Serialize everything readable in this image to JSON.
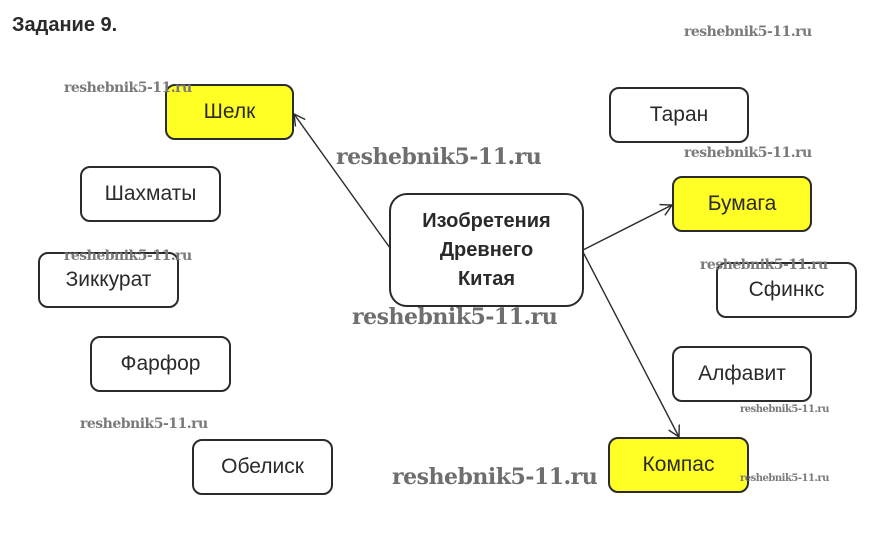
{
  "title": "Задание 9.",
  "center_node": {
    "lines": [
      "Изобретения",
      "Древнего",
      "Китая"
    ]
  },
  "nodes": {
    "shelk": {
      "label": "Шелк",
      "highlighted": true
    },
    "shakhmaty": {
      "label": "Шахматы",
      "highlighted": false
    },
    "zikkurat": {
      "label": "Зиккурат",
      "highlighted": false
    },
    "farfor": {
      "label": "Фарфор",
      "highlighted": false
    },
    "obelisk": {
      "label": "Обелиск",
      "highlighted": false
    },
    "taran": {
      "label": "Таран",
      "highlighted": false
    },
    "bumaga": {
      "label": "Бумага",
      "highlighted": true
    },
    "sfinks": {
      "label": "Сфинкс",
      "highlighted": false
    },
    "alfavit": {
      "label": "Алфавит",
      "highlighted": false
    },
    "kompas": {
      "label": "Компас",
      "highlighted": true
    }
  },
  "arrows": [
    {
      "from": "center",
      "to": "shelk"
    },
    {
      "from": "center",
      "to": "bumaga"
    },
    {
      "from": "center",
      "to": "kompas"
    }
  ],
  "watermark": "reshebnik5-11.ru",
  "colors": {
    "highlight": "#ffff26",
    "border": "#2b2b2b",
    "watermark": "#7a7a7a"
  }
}
